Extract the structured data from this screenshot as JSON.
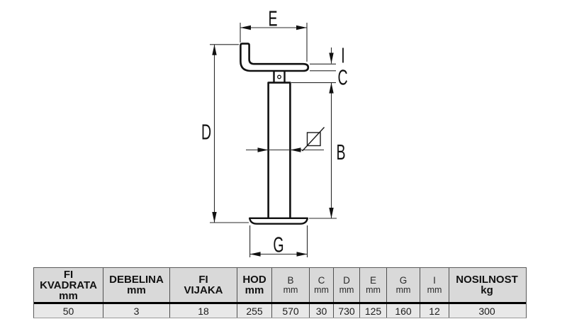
{
  "drawing": {
    "labels": {
      "top_width": "E",
      "plate_thickness": "I",
      "neck_height": "C",
      "overall_height": "D",
      "tube_length": "B",
      "foot_width": "G"
    }
  },
  "table": {
    "headers": [
      {
        "lines": [
          "FI",
          "KVADRATA",
          "mm"
        ]
      },
      {
        "lines": [
          "DEBELINA",
          "mm"
        ]
      },
      {
        "lines": [
          "FI",
          "VIJAKA"
        ]
      },
      {
        "lines": [
          "HOD",
          "mm"
        ]
      },
      {
        "lines": [
          "B",
          "mm"
        ]
      },
      {
        "lines": [
          "C",
          "mm"
        ]
      },
      {
        "lines": [
          "D",
          "mm"
        ]
      },
      {
        "lines": [
          "E",
          "mm"
        ]
      },
      {
        "lines": [
          "G",
          "mm"
        ]
      },
      {
        "lines": [
          "I",
          "mm"
        ]
      },
      {
        "lines": [
          "NOSILNOST",
          "kg"
        ]
      }
    ],
    "values": [
      "50",
      "3",
      "18",
      "255",
      "570",
      "30",
      "730",
      "125",
      "160",
      "12",
      "300"
    ]
  }
}
